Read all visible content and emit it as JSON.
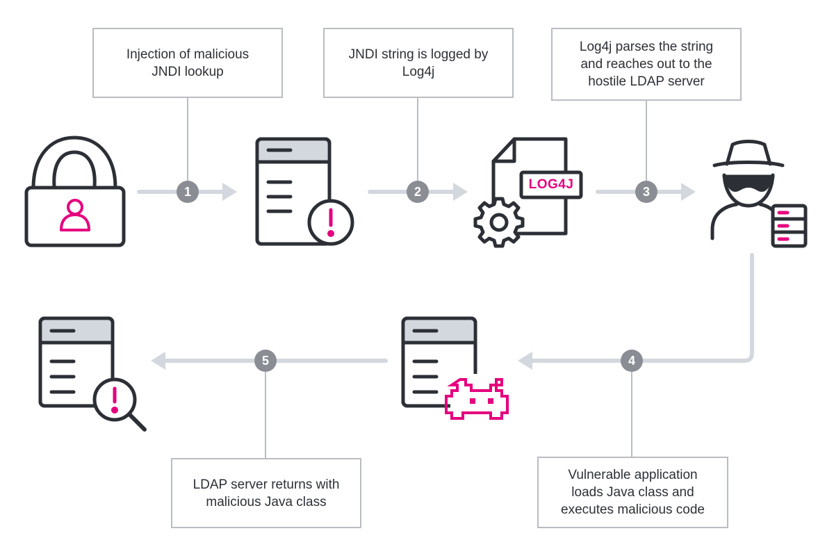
{
  "colors": {
    "stroke": "#2c3036",
    "accent": "#e5007e",
    "header_fill": "#d3d7de",
    "connector": "#d3d7de",
    "badge": "#8a8d94",
    "box_border": "#b9bcc1"
  },
  "steps": [
    {
      "number": "1",
      "text": "Injection of malicious\nJNDI lookup"
    },
    {
      "number": "2",
      "text": "JNDI string is logged by\nLog4j"
    },
    {
      "number": "3",
      "text": "Log4j parses the string\nand reaches out to the\nhostile LDAP server"
    },
    {
      "number": "4",
      "text": "Vulnerable application\nloads Java class and\nexecutes malicious code"
    },
    {
      "number": "5",
      "text": "LDAP server returns with\nmalicious Java class"
    }
  ],
  "log_file_label": "LOG4J",
  "icons": {
    "attacker": "hooded-hacker-laptop-icon",
    "server_alert": "server-warning-icon",
    "log_file": "log-file-gear-icon",
    "ldap_server": "spy-ldap-server-icon",
    "infected_server": "server-malware-icon",
    "investigation": "server-search-alert-icon"
  }
}
